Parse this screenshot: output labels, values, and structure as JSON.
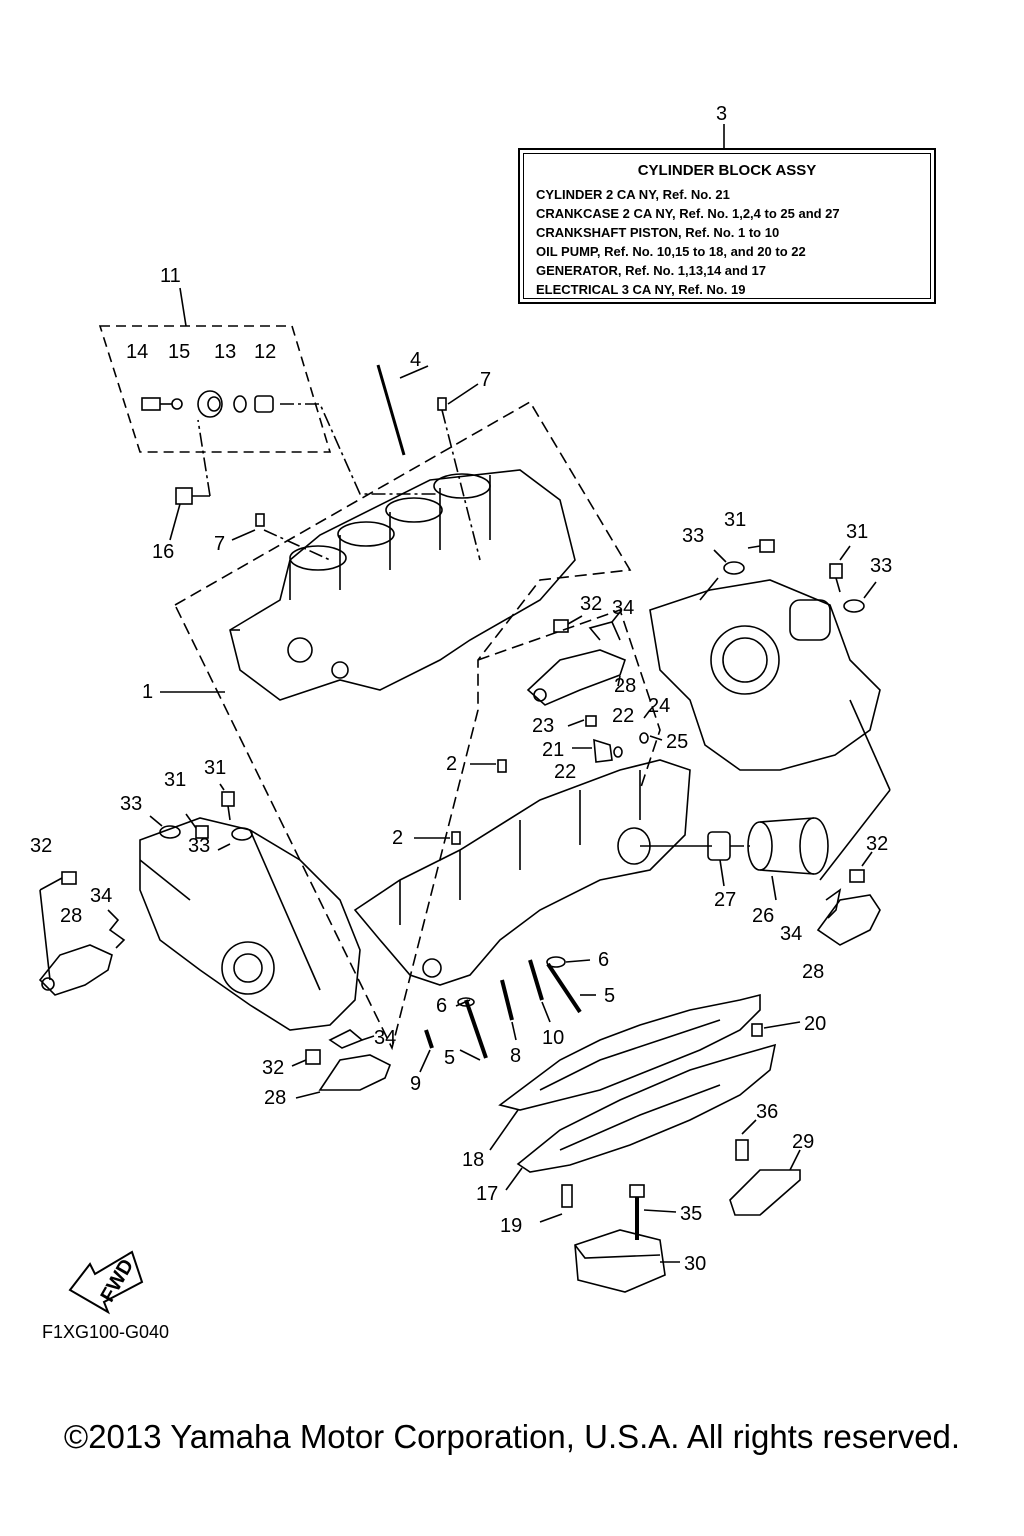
{
  "assembly": {
    "title": "CYLINDER BLOCK ASSY",
    "lines": [
      "CYLINDER 2 CA NY,  Ref. No. 21",
      "CRANKCASE 2 CA NY,  Ref. No. 1,2,4 to 25 and 27",
      "CRANKSHAFT PISTON, Ref. No. 1 to 10",
      "OIL PUMP,  Ref. No. 10,15 to 18, and 20 to 22",
      "GENERATOR, Ref. No. 1,13,14 and 17",
      "ELECTRICAL 3 CA NY, Ref. No. 19"
    ]
  },
  "fwd_label": "FWD",
  "figure_code": "F1XG100-G040",
  "copyright": "©2013 Yamaha Motor Corporation, U.S.A. All rights reserved.",
  "callouts": {
    "c3": "3",
    "c11": "11",
    "c14": "14",
    "c15": "15",
    "c13": "13",
    "c12": "12",
    "c4": "4",
    "c7a": "7",
    "c7b": "7",
    "c16": "16",
    "c1": "1",
    "c31a": "31",
    "c33a": "33",
    "c31b": "31",
    "c33b": "33",
    "c32a": "32",
    "c34a": "34",
    "c28a": "28",
    "c23": "23",
    "c22a": "22",
    "c24": "24",
    "c21": "21",
    "c25": "25",
    "c22b": "22",
    "c2a": "2",
    "c2b": "2",
    "c31c": "31",
    "c31d": "31",
    "c33c": "33",
    "c33d": "33",
    "c32b": "32",
    "c34b": "34",
    "c28b": "28",
    "c27": "27",
    "c26": "26",
    "c32c": "32",
    "c34c": "34",
    "c28c": "28",
    "c6a": "6",
    "c5a": "5",
    "c6b": "6",
    "c10": "10",
    "c8": "8",
    "c5b": "5",
    "c9": "9",
    "c34d": "34",
    "c32d": "32",
    "c28d": "28",
    "c20": "20",
    "c18": "18",
    "c17": "17",
    "c36": "36",
    "c29": "29",
    "c19": "19",
    "c35": "35",
    "c30": "30"
  }
}
